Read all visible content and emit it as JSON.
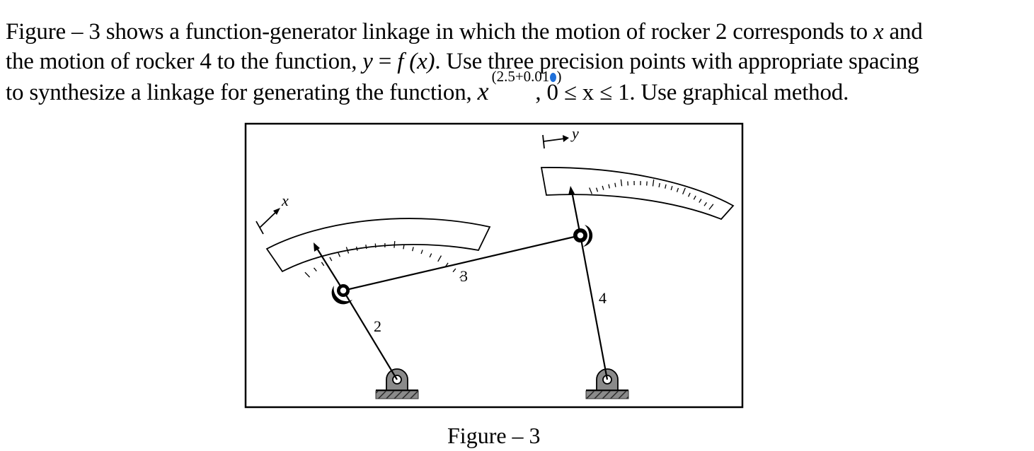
{
  "problem": {
    "line1_a": "Figure – 3 shows a function-generator linkage in which the motion of rocker 2 corresponds to ",
    "line1_var": "x",
    "line1_b": " and",
    "line2_a": "the motion of rocker 4 to the function, ",
    "line2_func": "y",
    "line2_eq": " = ",
    "line2_f": "f",
    "line2_arg": " (x)",
    "line2_b": ".  Use three precision points with appropriate spacing",
    "line3_a": "to synthesize a linkage for generating the function, ",
    "line3_base": "x",
    "line3_exponent": "(2.5+0.01",
    "line3_exponent_close": ")",
    "line3_condition": ", 0 ≤ x ≤ 1.  Use graphical method."
  },
  "figure": {
    "input_label": "x",
    "output_label": "y",
    "link_2": "2",
    "link_3": "3",
    "link_4": "4",
    "caption": "Figure – 3"
  }
}
